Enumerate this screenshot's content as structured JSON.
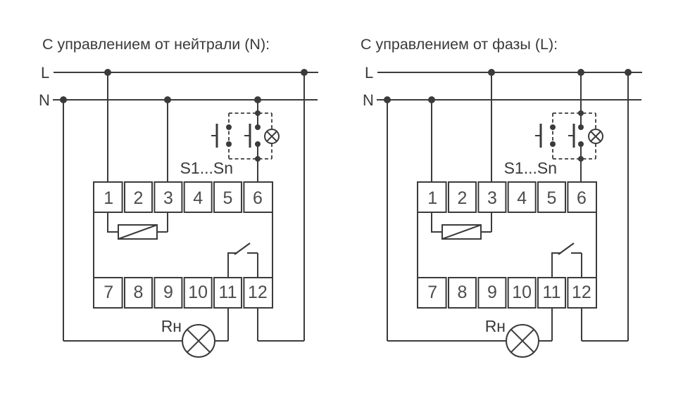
{
  "colors": {
    "stroke": "#3b3b3d",
    "label": "#3a3a3a",
    "digits": "#4c4c4e",
    "background": "#ffffff"
  },
  "diagrams": [
    {
      "title": "С управлением от нейтрали (N):",
      "line_label": "L",
      "neutral_label": "N",
      "switches_label": "S1...Sn",
      "load_label": "Rн",
      "terminals_top": [
        "1",
        "2",
        "3",
        "4",
        "5",
        "6"
      ],
      "terminals_bottom": [
        "7",
        "8",
        "9",
        "10",
        "11",
        "12"
      ]
    },
    {
      "title": "С управлением от фазы (L):",
      "line_label": "L",
      "neutral_label": "N",
      "switches_label": "S1...Sn",
      "load_label": "Rн",
      "terminals_top": [
        "1",
        "2",
        "3",
        "4",
        "5",
        "6"
      ],
      "terminals_bottom": [
        "7",
        "8",
        "9",
        "10",
        "11",
        "12"
      ]
    }
  ]
}
